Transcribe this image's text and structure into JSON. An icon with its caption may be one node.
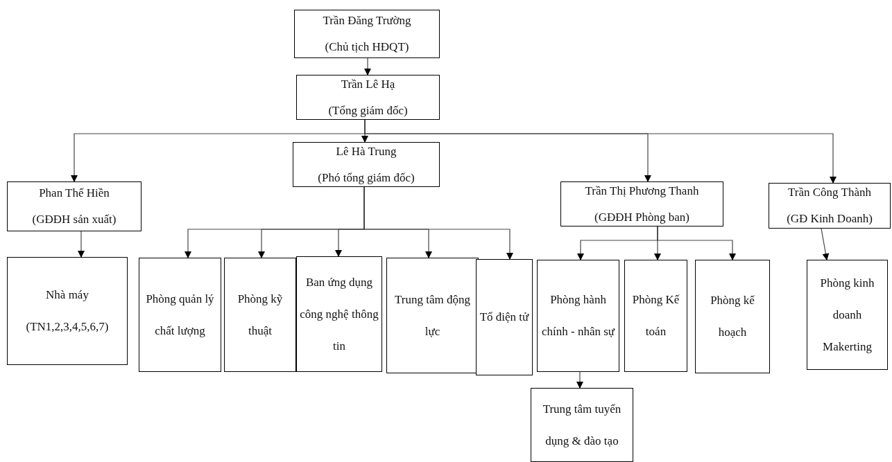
{
  "diagram": {
    "nodes": [
      {
        "text": [
          "Trần Đăng Trường",
          "(Chủ tịch HĐQT)"
        ]
      },
      {
        "text": [
          "Trần Lê Hạ",
          "(Tổng giám đốc)"
        ]
      },
      {
        "text": [
          "Phan Thế Hiền",
          "(GĐĐH sản xuất)"
        ]
      },
      {
        "text": [
          "Lê Hà Trung",
          "(Phó tổng giám đốc)"
        ]
      },
      {
        "text": [
          "Trần Thị Phương Thanh",
          "(GĐĐH Phòng ban)"
        ]
      },
      {
        "text": [
          "Trần Công Thành",
          "(GĐ Kinh Doanh)"
        ]
      },
      {
        "text": [
          "Nhà máy",
          "(TN1,2,3,4,5,6,7)"
        ]
      },
      {
        "text": [
          "Phòng quản lý chất lượng"
        ]
      },
      {
        "text": [
          "Phòng kỹ thuật"
        ]
      },
      {
        "text": [
          "Ban ứng dụng công nghệ thông tin"
        ]
      },
      {
        "text": [
          "Trung tâm động lực"
        ]
      },
      {
        "text": [
          "Tổ điện tử"
        ]
      },
      {
        "text": [
          "Phòng hành chính - nhân sự"
        ]
      },
      {
        "text": [
          "Phòng Kế toán"
        ]
      },
      {
        "text": [
          "Phòng kế hoạch"
        ]
      },
      {
        "text": [
          "Phòng kinh doanh Makerting"
        ]
      },
      {
        "text": [
          "Trung tâm tuyển dụng & đào tạo"
        ]
      }
    ],
    "edges": [
      {
        "from": 0,
        "to": 1,
        "arrow": "to"
      },
      {
        "from": 1,
        "to": 2,
        "arrow": "to"
      },
      {
        "from": 1,
        "to": 3,
        "arrow": "to"
      },
      {
        "from": 1,
        "to": 4,
        "arrow": "to"
      },
      {
        "from": 1,
        "to": 5,
        "arrow": "to"
      },
      {
        "from": 2,
        "to": 6,
        "arrow": "to"
      },
      {
        "from": 3,
        "to": 7,
        "arrow": "to"
      },
      {
        "from": 3,
        "to": 8,
        "arrow": "to"
      },
      {
        "from": 3,
        "to": 9,
        "arrow": "to"
      },
      {
        "from": 3,
        "to": 10,
        "arrow": "to"
      },
      {
        "from": 3,
        "to": 11,
        "arrow": "to"
      },
      {
        "from": 4,
        "to": 12,
        "arrow": "to"
      },
      {
        "from": 4,
        "to": 13,
        "arrow": "to"
      },
      {
        "from": 4,
        "to": 14,
        "arrow": "to"
      },
      {
        "from": 5,
        "to": 15,
        "arrow": "to"
      },
      {
        "from": 12,
        "to": 16,
        "arrow": "to"
      }
    ]
  }
}
